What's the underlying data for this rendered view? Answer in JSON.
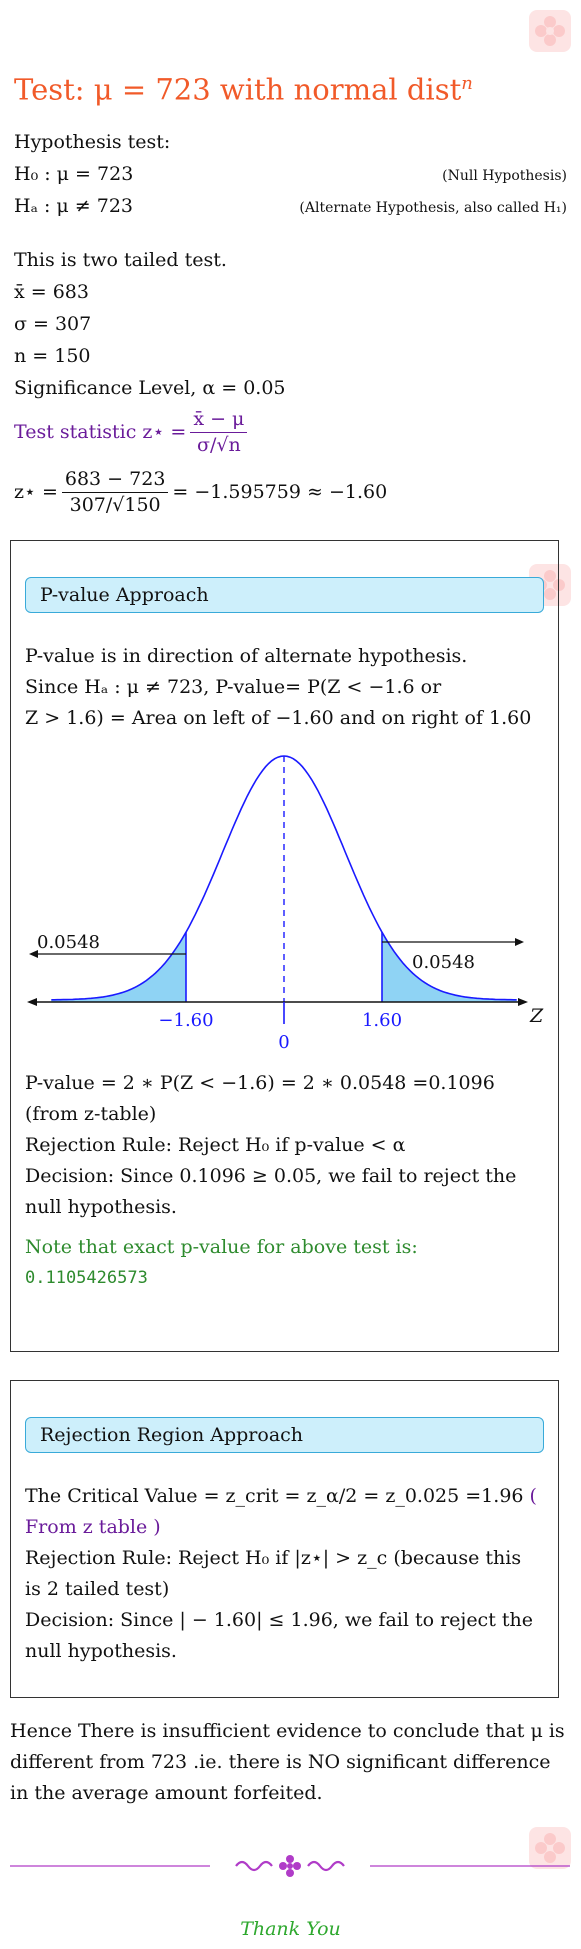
{
  "title": {
    "text": "Test: μ = 723 with normal dist",
    "sup": "n"
  },
  "hypothesis": {
    "heading": "Hypothesis test:",
    "h0": "H₀ : μ = 723",
    "h0_note": "(Null Hypothesis)",
    "ha": "Hₐ : μ ≠ 723",
    "ha_note": "(Alternate Hypothesis, also called H₁)"
  },
  "given": {
    "tail": "This is two tailed test.",
    "xbar": "x̄ = 683",
    "sigma": "σ = 307",
    "n": "n = 150",
    "alpha": "Significance Level, α = 0.05"
  },
  "statistic": {
    "label": "Test statistic z⋆ =",
    "formula_num": "x̄ − μ",
    "formula_den": "σ/√n",
    "calc_lhs": "z⋆ =",
    "calc_num": "683 − 723",
    "calc_den": "307/√150",
    "calc_rhs": "= −1.595759 ≈ −1.60"
  },
  "pvalue_box": {
    "banner": "P-value Approach",
    "p1": "P-value is in direction of alternate hypothesis.",
    "p2": "Since Hₐ : μ ≠ 723, P-value= P(Z < −1.6 or",
    "p3": "Z > 1.6) = Area on left of −1.60 and on right of 1.60",
    "calc1": "P-value = 2 ∗ P(Z < −1.6) = 2 ∗ 0.0548 =0.1096",
    "calc2": "(from z-table)",
    "rule": "Rejection Rule: Reject H₀ if p-value < α",
    "decision1": "Decision: Since 0.1096 ≥ 0.05, we fail to reject the",
    "decision2": "null hypothesis.",
    "note": "Note that exact p-value for above test is:",
    "exact": "0.1105426573"
  },
  "chart_data": {
    "type": "area",
    "distribution": "standard normal",
    "xlabel": "Z",
    "tick_labels": [
      "−1.60",
      "0",
      "1.60"
    ],
    "critical_left": -1.6,
    "critical_right": 1.6,
    "mean": 0,
    "left_tail_area_label": "0.0548",
    "right_tail_area_label": "0.0548",
    "left_tail_area": 0.0548,
    "right_tail_area": 0.0548,
    "xlim": [
      -4,
      4
    ],
    "colors": {
      "curve": "#1a1aff",
      "tail": "#8fd3f4",
      "tick": "#1a1aff"
    }
  },
  "rejection_box": {
    "banner": "Rejection Region Approach",
    "cv1": "The Critical Value = z_crit = z_α/2 = z_0.025 =1.96",
    "cv_paren_open": "(",
    "cv2": "From z table )",
    "rule1": "Rejection Rule: Reject H₀ if |z⋆| > z_c (because this",
    "rule2": "is 2 tailed test)",
    "decision1": "Decision: Since | − 1.60| ≤ 1.96, we fail to reject the",
    "decision2": "null hypothesis."
  },
  "conclusion": {
    "l1": "Hence There is insufficient evidence to conclude that μ is",
    "l2": "different from 723 .ie. there is NO significant difference",
    "l3": "in the average amount forfeited."
  },
  "thanks": "Thank You",
  "colors": {
    "title": "#f15a29",
    "purple": "#6a1b9a",
    "green": "#2e8b2e",
    "banner_bg": "#cdeffb",
    "banner_border": "#39aad9",
    "divider": "#b03cc8"
  }
}
